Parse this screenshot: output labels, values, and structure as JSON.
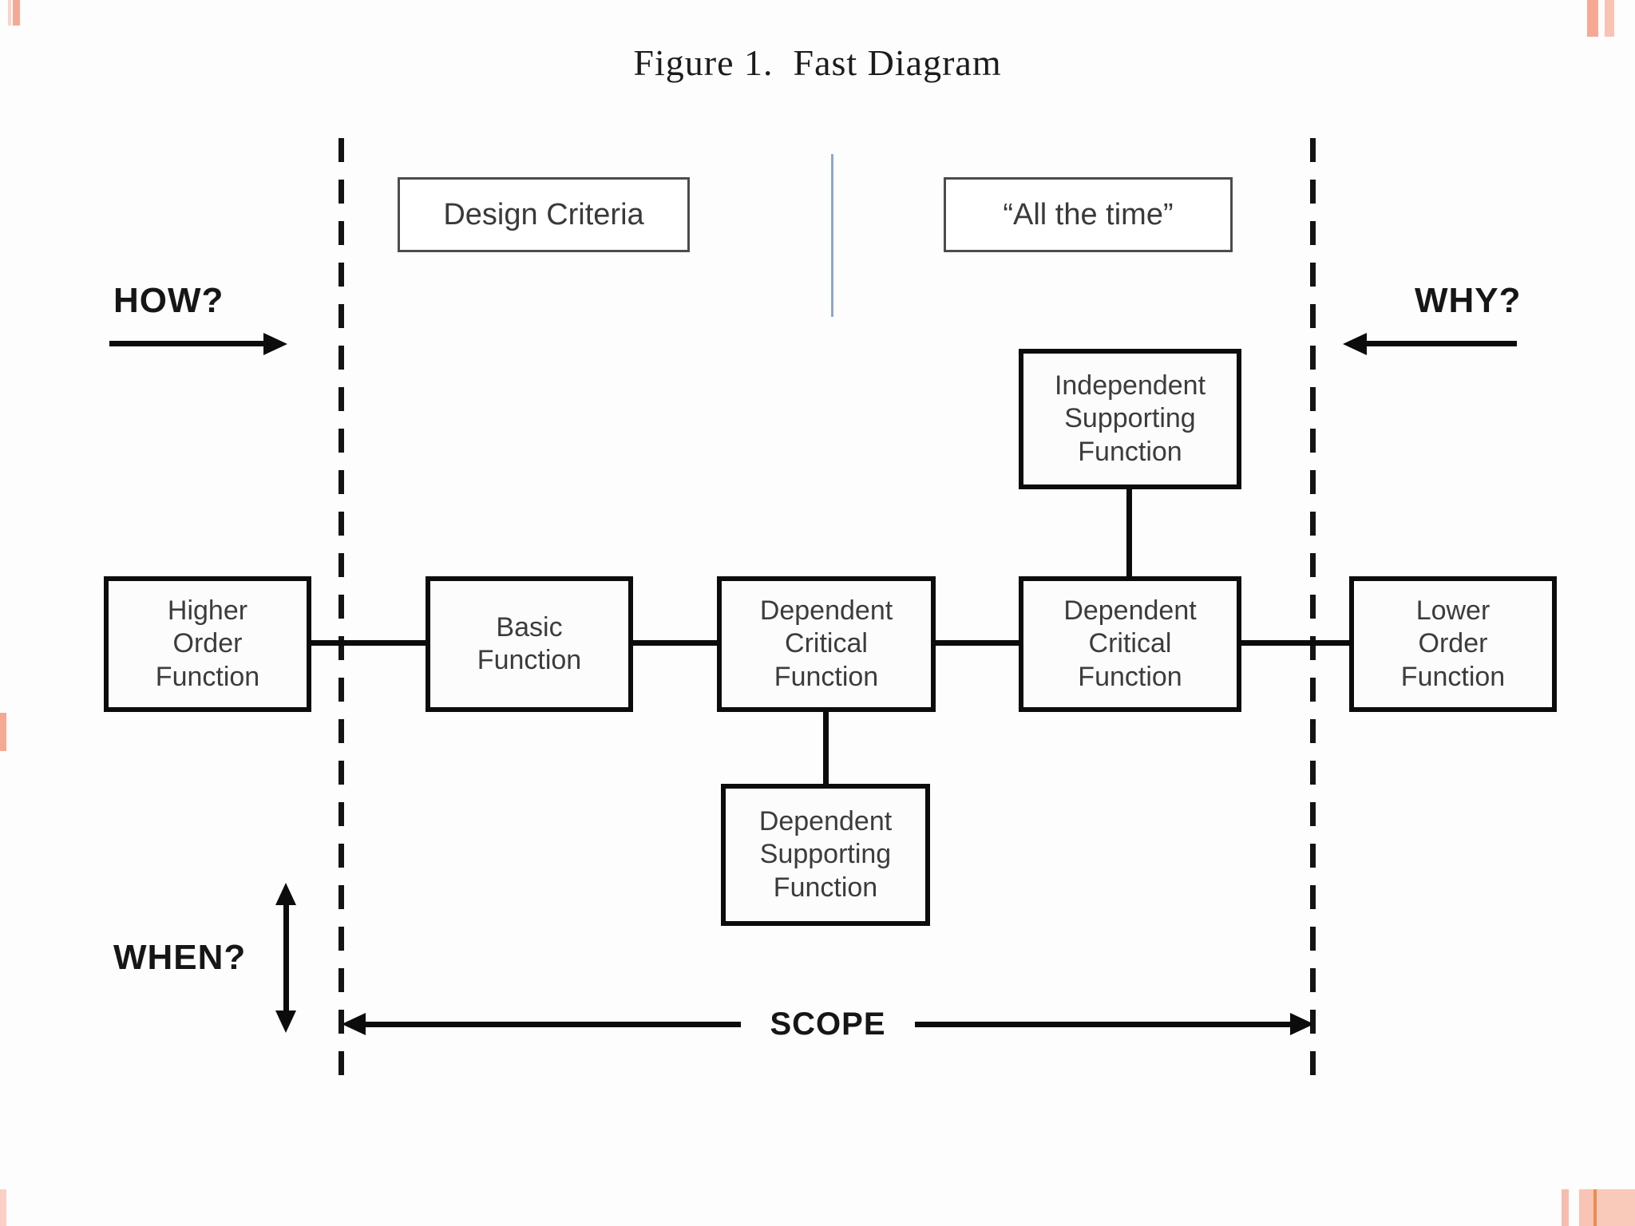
{
  "title": "Figure 1.  Fast Diagram",
  "labels": {
    "how": "HOW?",
    "why": "WHY?",
    "when": "WHEN?",
    "scope": "SCOPE",
    "design_criteria": "Design Criteria",
    "all_the_time": "“All the time”"
  },
  "boxes": {
    "higher_order": "Higher\nOrder\nFunction",
    "basic": "Basic\nFunction",
    "dependent_critical_1": "Dependent\nCritical\nFunction",
    "dependent_critical_2": "Dependent\nCritical\nFunction",
    "independent_supporting": "Independent\nSupporting\nFunction",
    "dependent_supporting": "Dependent\nSupporting\nFunction",
    "lower_order": "Lower\nOrder\nFunction"
  },
  "colors": {
    "line_black": "#0c0c0c",
    "divider_blue": "#8fa8cc",
    "accent_salmon": "#f5a995",
    "accent_peach_light": "#fbd3c7",
    "accent_orange": "#ee8c52"
  }
}
